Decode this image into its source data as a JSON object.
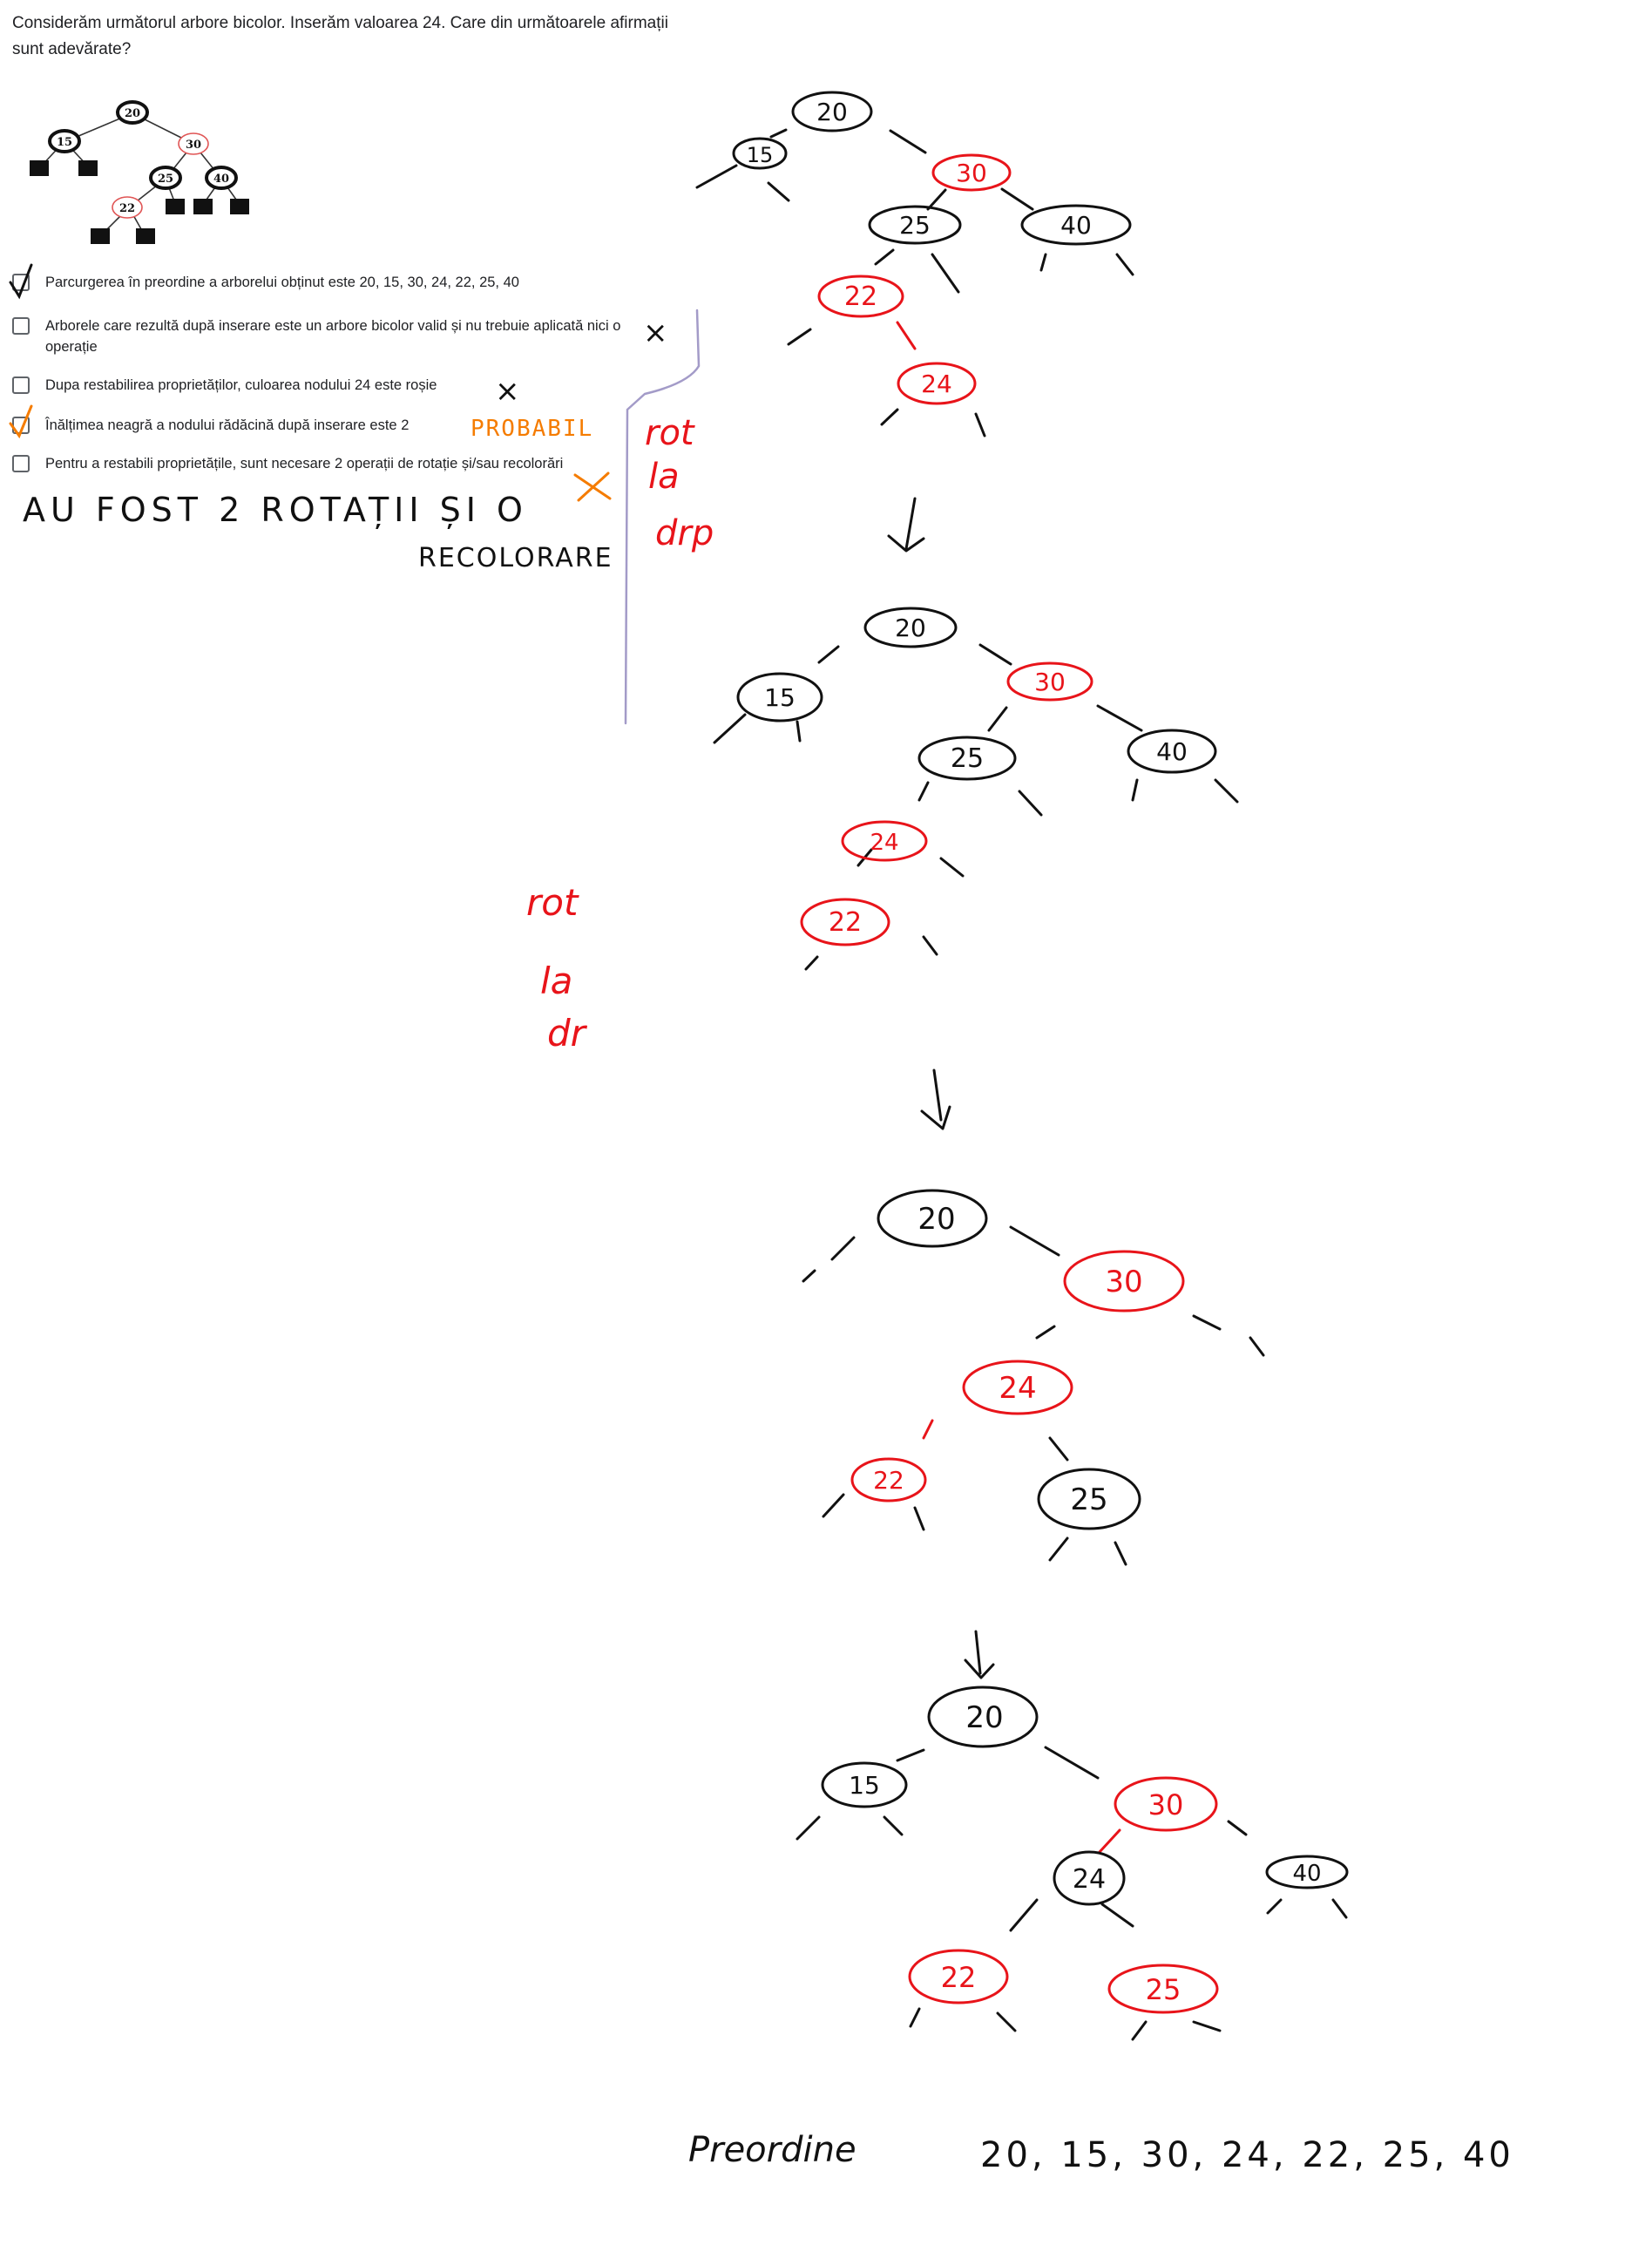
{
  "question": {
    "text": "Considerăm următorul arbore bicolor. Inserăm valoarea 24. Care din următoarele afirmații sunt adevărate?"
  },
  "tree_figure": {
    "nodes": [
      {
        "label": "20",
        "color": "black"
      },
      {
        "label": "15",
        "color": "black"
      },
      {
        "label": "30",
        "color": "red"
      },
      {
        "label": "25",
        "color": "black"
      },
      {
        "label": "40",
        "color": "black"
      },
      {
        "label": "22",
        "color": "red"
      }
    ]
  },
  "options": [
    {
      "label": "Parcurgerea în preordine a arborelui obținut este 20, 15, 30, 24, 22, 25, 40",
      "checked": true,
      "check_color": "#111111"
    },
    {
      "label": "Arborele care rezultă după inserare este un arbore bicolor valid și nu trebuie aplicată nici o operație",
      "checked": false
    },
    {
      "label": "Dupa restabilirea proprietăților, culoarea nodului 24 este roșie",
      "checked": false
    },
    {
      "label": "Înălțimea neagră a nodului rădăcină după inserare este 2",
      "checked": true,
      "check_color": "#f57c00"
    },
    {
      "label": "Pentru a restabili proprietățile, sunt necesare 2 operații de rotație și/sau recolorări",
      "checked": false
    }
  ],
  "annotations": {
    "mark_x": "×",
    "probabil": "PROBABIL",
    "au_fost": "AU FOST  2 ROTAȚII  ȘI O",
    "recolorare": "RECOLORARE",
    "rot_la_dr_1": "rot",
    "rot_la_dr_2": "la",
    "rot_la_dr_3": "drp",
    "rot_la_dr_b1": "rot",
    "rot_la_dr_b2": "la",
    "rot_la_dr_b3": "dr",
    "preordine": "Preordine",
    "preorder_seq": "20, 15, 30, 24, 22, 25, 40"
  },
  "colors": {
    "ink_black": "#111111",
    "ink_red": "#e8141a",
    "ink_orange": "#f57c00",
    "ink_purple": "#a39bc8",
    "text": "#202124",
    "figure_red": "#e05555"
  },
  "handwritten_steps": [
    {
      "nodes": [
        {
          "label": "20",
          "color": "black"
        },
        {
          "label": "15",
          "color": "black"
        },
        {
          "label": "30",
          "color": "red"
        },
        {
          "label": "25",
          "color": "black"
        },
        {
          "label": "40",
          "color": "black"
        },
        {
          "label": "22",
          "color": "red"
        },
        {
          "label": "24",
          "color": "red"
        }
      ]
    },
    {
      "nodes": [
        {
          "label": "20",
          "color": "black"
        },
        {
          "label": "15",
          "color": "black"
        },
        {
          "label": "30",
          "color": "red"
        },
        {
          "label": "25",
          "color": "black"
        },
        {
          "label": "40",
          "color": "black"
        },
        {
          "label": "24",
          "color": "red"
        },
        {
          "label": "22",
          "color": "red"
        }
      ]
    },
    {
      "nodes": [
        {
          "label": "20",
          "color": "black"
        },
        {
          "label": "30",
          "color": "red"
        },
        {
          "label": "24",
          "color": "red"
        },
        {
          "label": "22",
          "color": "red"
        },
        {
          "label": "25",
          "color": "black"
        }
      ]
    },
    {
      "nodes": [
        {
          "label": "20",
          "color": "black"
        },
        {
          "label": "15",
          "color": "black"
        },
        {
          "label": "30",
          "color": "red"
        },
        {
          "label": "24",
          "color": "black"
        },
        {
          "label": "40",
          "color": "black"
        },
        {
          "label": "22",
          "color": "red"
        },
        {
          "label": "25",
          "color": "red"
        }
      ]
    }
  ]
}
